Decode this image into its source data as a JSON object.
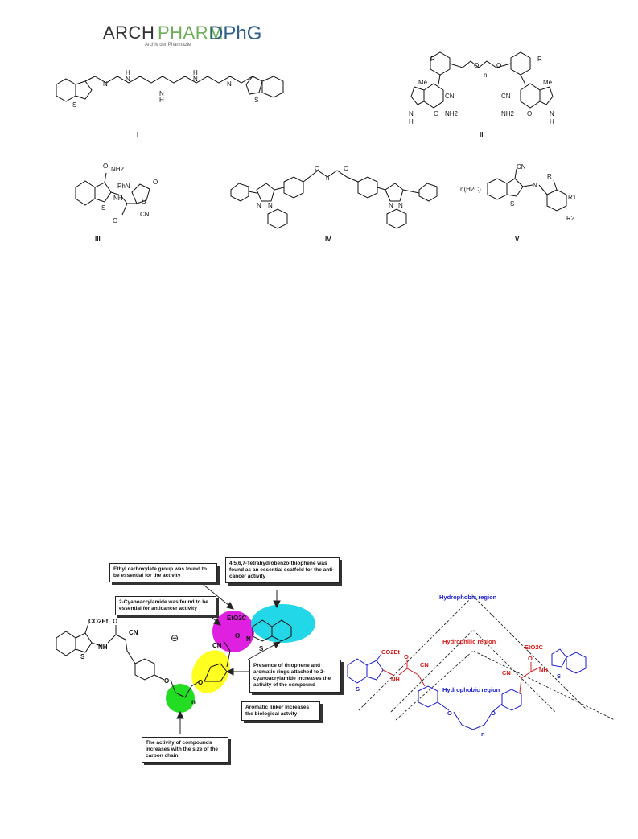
{
  "header": {
    "logo_arch": "ARCH",
    "logo_pharm": "PHARM",
    "logo_dphg": "DPhG",
    "logo_subtitle": "Archiv der Pharmazie"
  },
  "compounds": {
    "c1": "I",
    "c2": "II",
    "c3": "III",
    "c4": "IV",
    "c5": "V"
  },
  "structure_atoms": {
    "s": "S",
    "n": "N",
    "h": "H",
    "nh": "NH",
    "me": "Me",
    "cn": "CN",
    "nh2": "NH2",
    "o": "O",
    "ph_n": "PhN",
    "n_sub": "n",
    "nh2c": "n(H2C)",
    "r": "R",
    "r1": "R1",
    "r2": "R2",
    "co2et": "CO2Et",
    "eto2c": "EtO2C"
  },
  "sar": {
    "callout_ester": "Ethyl carboxylate group was found to be essential for the activity",
    "callout_thiophene": "4,5,6,7-Tetrahydrobenzo-thiophene was found as an essential scaffold for the anti-cancer activity",
    "callout_cyano": "2-Cyanoacrylamide was found to be essential for anticancer activity",
    "callout_presence": "Presence of thiophene and aromatic rings attached to 2-cyanoacrylamide increases the activity of the compound",
    "callout_linker": "Aromatic linker increases the biological actvity",
    "callout_chain": "The activity of compounds increases with the size of the carbon chain",
    "minus_symbol": "⊖"
  },
  "pharmacophore": {
    "hydrophobic_top": "Hydrophobic region",
    "hydrophilic": "Hydrophilic region",
    "hydrophobic_bottom": "Hydrophobic region"
  },
  "colors": {
    "magenta": "#e020e0",
    "cyan": "#22d8e8",
    "yellow": "#ffff22",
    "green": "#22dd22",
    "blue": "#1a1ad0",
    "red": "#d81b1b"
  }
}
